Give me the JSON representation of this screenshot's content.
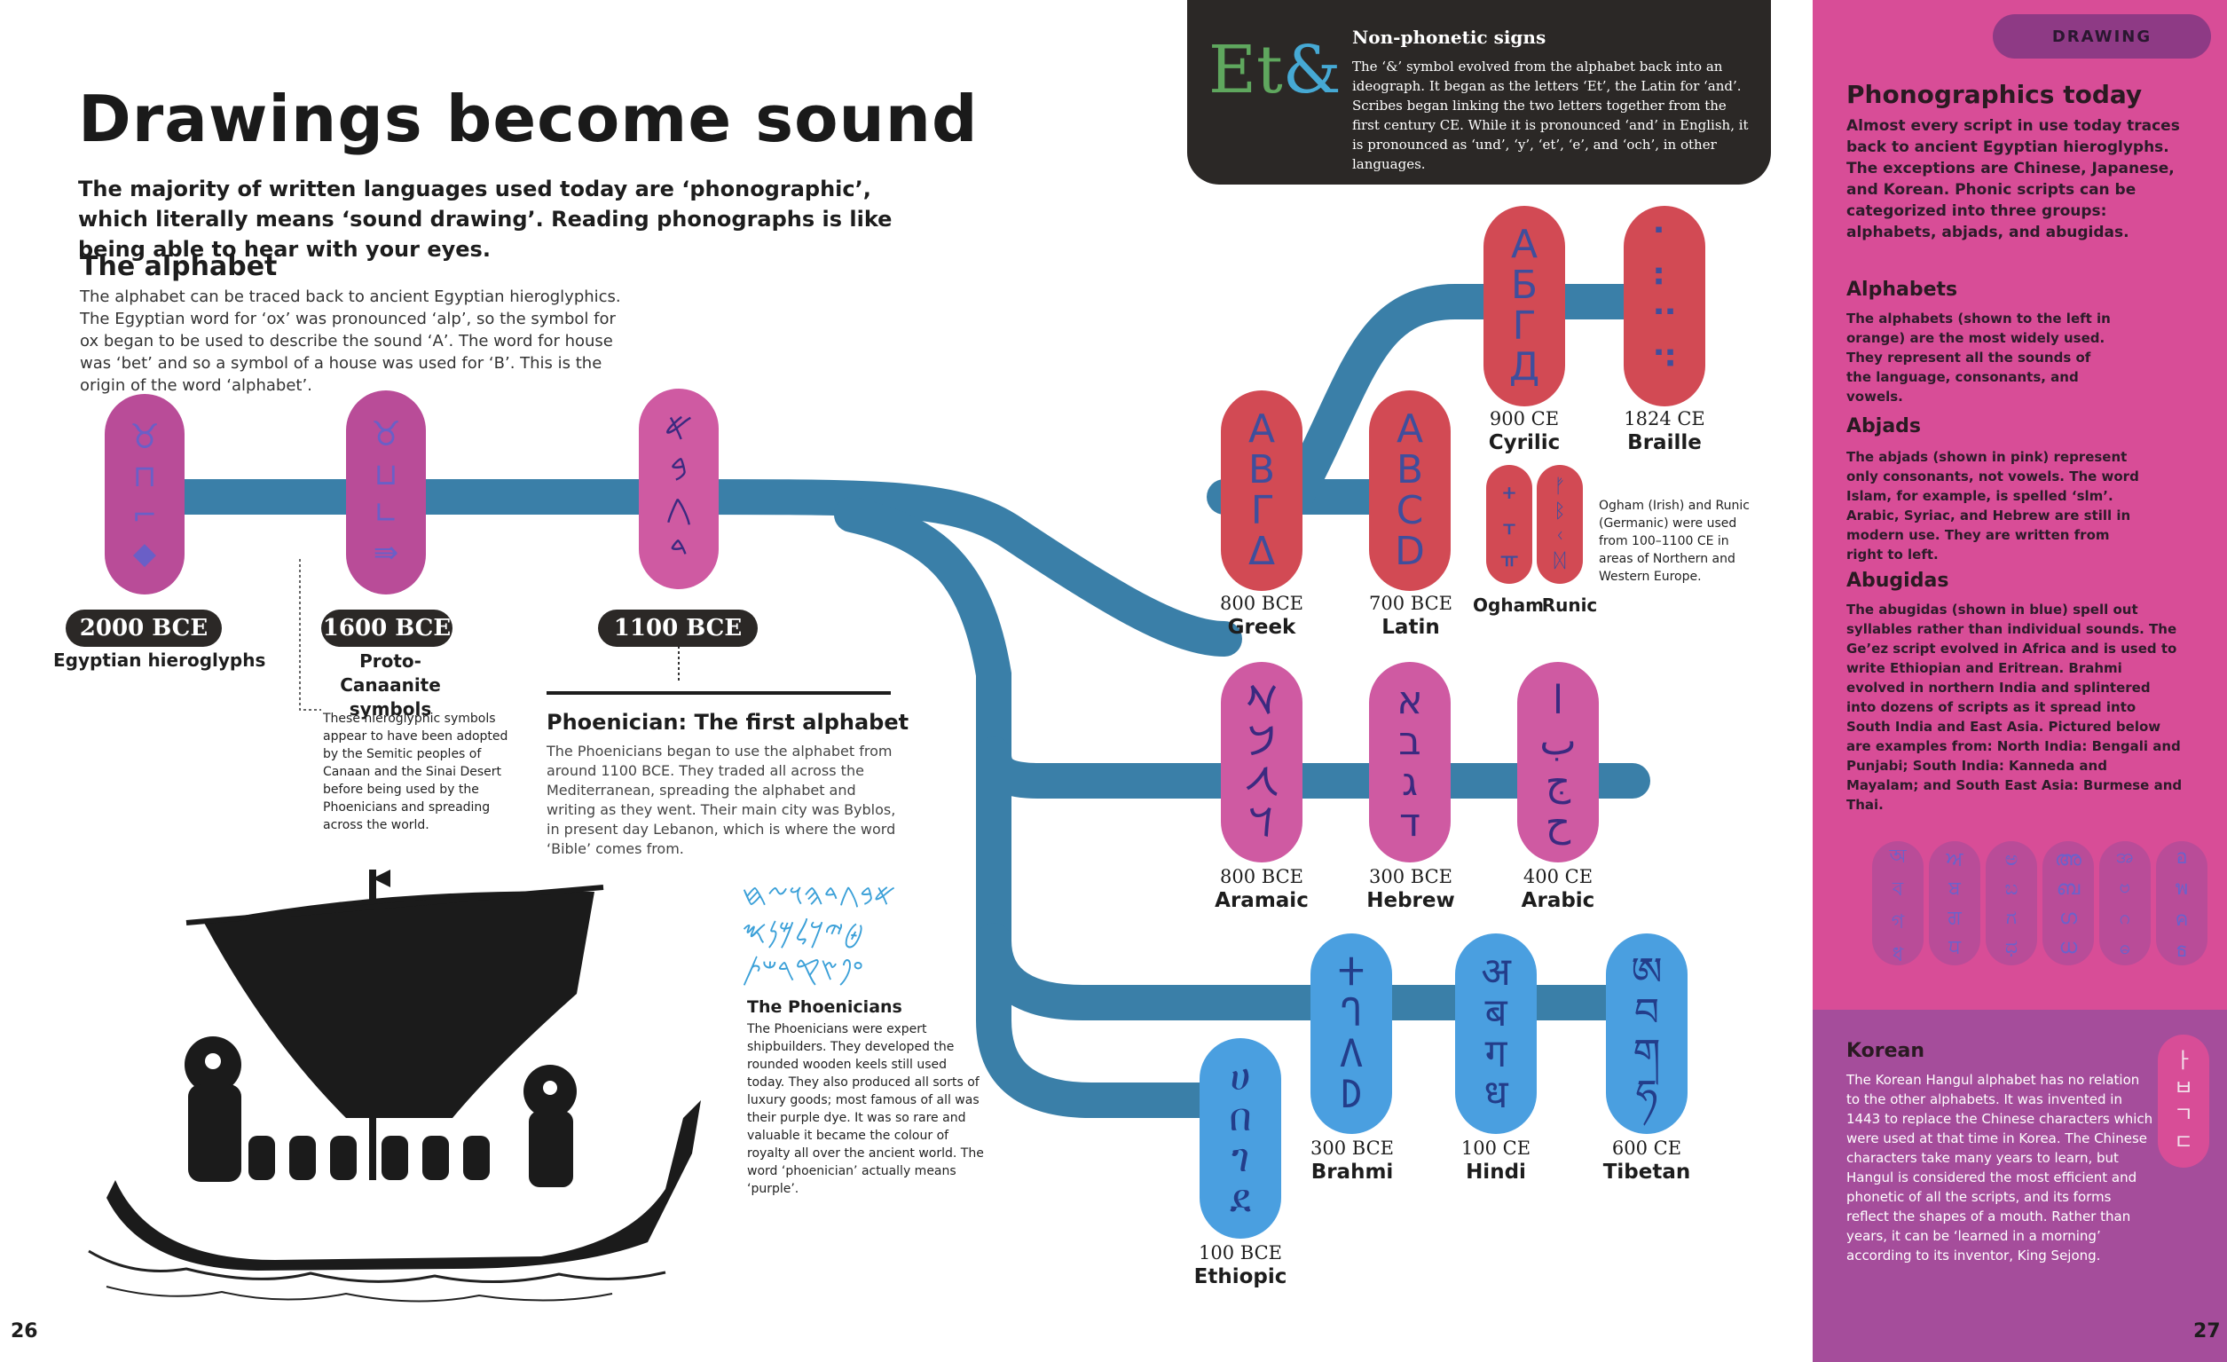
{
  "title": "Drawings become sound",
  "intro": "The majority of written languages used today are ‘phonographic’, which literally means ‘sound drawing’. Reading phonographs is like being able to hear with your eyes.",
  "alphabet": {
    "heading": "The alphabet",
    "text": "The alphabet can be traced back to ancient Egyptian hieroglyphics. The Egyptian word for ‘ox’ was pronounced ‘alp’, so the symbol for ox began to be used to describe the sound ‘A’. The word for house was ‘bet’ and so a symbol of a house was used for ‘B’. This is the origin of the word ‘alphabet’."
  },
  "timeline": {
    "egyptian": {
      "date": "2000 BCE",
      "name": "Egyptian hieroglyphs"
    },
    "proto": {
      "date": "1600 BCE",
      "name": "Proto-Canaanite symbols",
      "note": "These hieroglyphic symbols appear to have been adopted by the Semitic peoples of Canaan and the Sinai Desert before being used by the Phoenicians and spreading across the world."
    },
    "phoenician": {
      "date": "1100 BCE",
      "glyphs": [
        "𐤀",
        "𐤁",
        "𐤂",
        "𐤃"
      ]
    }
  },
  "phoenician_section": {
    "heading": "Phoenician: The first alphabet",
    "text": "The Phoenicians began to use the alphabet from around 1100 BCE. They traded all across the Mediterranean, spreading the alphabet and writing as they went. Their main city was Byblos, in present day Lebanon, which is where the word ‘Bible’ comes from."
  },
  "phoenicians_box": {
    "script_rows": [
      "𐤀𐤁𐤂𐤃𐤄𐤅𐤆𐤇",
      "𐤈𐤉𐤊𐤋𐤌𐤍𐤎",
      "𐤏𐤐𐤑𐤒𐤓𐤔𐤕"
    ],
    "heading": "The Phoenicians",
    "text": "The Phoenicians were expert shipbuilders. They developed the rounded wooden keels still used today. They also produced all sorts of luxury goods; most famous of all was their purple dye. It was so rare and valuable it became the colour of royalty all over the ancient world. The word ‘phoenician’ actually means ‘purple’."
  },
  "scripts": {
    "greek": {
      "date": "800 BCE",
      "name": "Greek",
      "glyphs": [
        "Α",
        "Β",
        "Γ",
        "Δ"
      ]
    },
    "latin": {
      "date": "700 BCE",
      "name": "Latin",
      "glyphs": [
        "A",
        "B",
        "C",
        "D"
      ]
    },
    "cyrilic": {
      "date": "900 CE",
      "name": "Cyrilic",
      "glyphs": [
        "А",
        "Б",
        "Г",
        "Д"
      ]
    },
    "braille": {
      "date": "1824 CE",
      "name": "Braille",
      "glyphs": [
        "⠁",
        "⠃",
        "⠉",
        "⠙"
      ]
    },
    "ogham": {
      "name": "Ogham",
      "glyphs": [
        "ᚐ",
        "ᚁ",
        "ᚂ"
      ]
    },
    "runic": {
      "name": "Runic",
      "glyphs": [
        "ᚠ",
        "ᛒ",
        "ᚲ",
        "ᛞ"
      ]
    },
    "ogham_note": "Ogham (Irish) and Runic (Germanic) were used from 100–1100 CE in areas of Northern and Western Europe.",
    "aramaic": {
      "date": "800 BCE",
      "name": "Aramaic",
      "glyphs": [
        "𐡀",
        "𐡁",
        "𐡂",
        "𐡃"
      ]
    },
    "hebrew": {
      "date": "300 BCE",
      "name": "Hebrew",
      "glyphs": [
        "א",
        "ב",
        "ג",
        "ד"
      ]
    },
    "arabic": {
      "date": "400 CE",
      "name": "Arabic",
      "glyphs": [
        "ا",
        "ب",
        "ج",
        "ح"
      ]
    },
    "brahmi": {
      "date": "300 BCE",
      "name": "Brahmi",
      "glyphs": [
        "𑀓",
        "𑀔",
        "𑀕",
        "𑀥"
      ]
    },
    "hindi": {
      "date": "100 CE",
      "name": "Hindi",
      "glyphs": [
        "अ",
        "ब",
        "ग",
        "ध"
      ]
    },
    "tibetan": {
      "date": "600 CE",
      "name": "Tibetan",
      "glyphs": [
        "ཨ",
        "བ",
        "ག",
        "ཧ"
      ]
    },
    "ethiopic": {
      "date": "100 BCE",
      "name": "Ethiopic",
      "glyphs": [
        "ሀ",
        "በ",
        "ገ",
        "ደ"
      ]
    }
  },
  "non_phonetic": {
    "icon_et": "Et",
    "icon_amp": "&",
    "heading": "Non-phonetic signs",
    "text": "The ‘&’ symbol evolved from the alphabet back into an ideograph. It began as the letters ‘Et’, the Latin for ‘and’. Scribes began linking the two letters together from the first century CE. While it is pronounced ‘and’ in English, it is pronounced as ‘und’, ‘y’, ‘et’, ‘e’, and ‘och’, in other languages."
  },
  "sidebar": {
    "tab": "DRAWING",
    "today_heading": "Phonographics today",
    "today_text": "Almost every script in use today traces back to ancient Egyptian hieroglyphs. The exceptions are Chinese, Japanese, and Korean. Phonic scripts can be categorized into three groups: alphabets, abjads, and abugidas.",
    "alphabets_heading": "Alphabets",
    "alphabets_text": "The alphabets (shown to the left in orange) are the most widely used. They represent all the sounds of the language, consonants, and vowels.",
    "abjads_heading": "Abjads",
    "abjads_text": "The abjads (shown in pink) represent only consonants, not vowels. The word Islam, for example, is spelled ‘slm’. Arabic, Syriac, and Hebrew are still in modern use. They are written from right to left.",
    "abugidas_heading": "Abugidas",
    "abugidas_text": "The abugidas (shown in blue) spell out syllables rather than individual sounds. The Ge’ez script evolved in Africa and is used to write Ethiopian and Eritrean. Brahmi evolved in northern India and splintered into dozens of scripts as it spread into South India and East Asia. Pictured below are examples from: North India: Bengali and Punjabi; South India: Kanneda and Mayalam; and South East Asia: Burmese and Thai.",
    "mini_pills": [
      [
        "অ",
        "ব",
        "গ",
        "ধ"
      ],
      [
        "ਅ",
        "ਬ",
        "ਗ",
        "ਧ"
      ],
      [
        "ಅ",
        "ಬ",
        "ಗ",
        "ಧ"
      ],
      [
        "അ",
        "ബ",
        "ഗ",
        "ധ"
      ],
      [
        "အ",
        "ဗ",
        "ဂ",
        "ဓ"
      ],
      [
        "อ",
        "พ",
        "ค",
        "ธ"
      ]
    ],
    "korean_heading": "Korean",
    "korean_text": "The Korean Hangul alphabet has no relation to the other alphabets. It was invented in 1443 to replace the Chinese characters which were used at that time in Korea. The Chinese characters take many years to learn, but Hangul is considered the most efficient and phonetic of all the scripts, and its forms reflect the shapes of a mouth. Rather than years, it can be ‘learned in a morning’ according to its inventor, King Sejong.",
    "korean_glyphs": [
      "ㅏ",
      "ㅂ",
      "ㄱ",
      "ㄷ"
    ]
  },
  "page_numbers": {
    "left": "26",
    "right": "27"
  },
  "colors": {
    "line": "#3a7fa8",
    "alphabet": "#d24a54",
    "abjad": "#cf5aa2",
    "abugida": "#4a9fe0",
    "sidebar": "#d84d97",
    "korean_panel": "#a54d9b"
  }
}
